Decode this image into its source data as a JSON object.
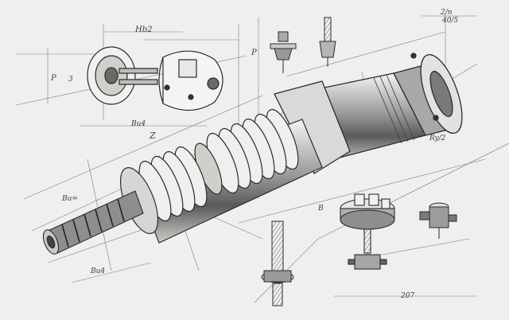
{
  "drawing": {
    "kind": "hand-drawn technical sketch",
    "subject": "exploded view of a threaded shaft assembly with bellows, fittings and valves",
    "ink_color": "#2b2b2b",
    "paper_color": "#efefed"
  },
  "annotations": {
    "top_dim": "Hb2",
    "left_dim": "P",
    "shaft_dim": "Bu4",
    "bellows_tag": "Z",
    "shaft_left": "Bu=",
    "bolt_dim": "Bu4",
    "length_dim": "207",
    "top_right_a": "2/n",
    "top_right_b": "40/5",
    "right_mid": "Ry/2",
    "small_p": "P",
    "tag_3": "3",
    "tag_b": "B"
  }
}
